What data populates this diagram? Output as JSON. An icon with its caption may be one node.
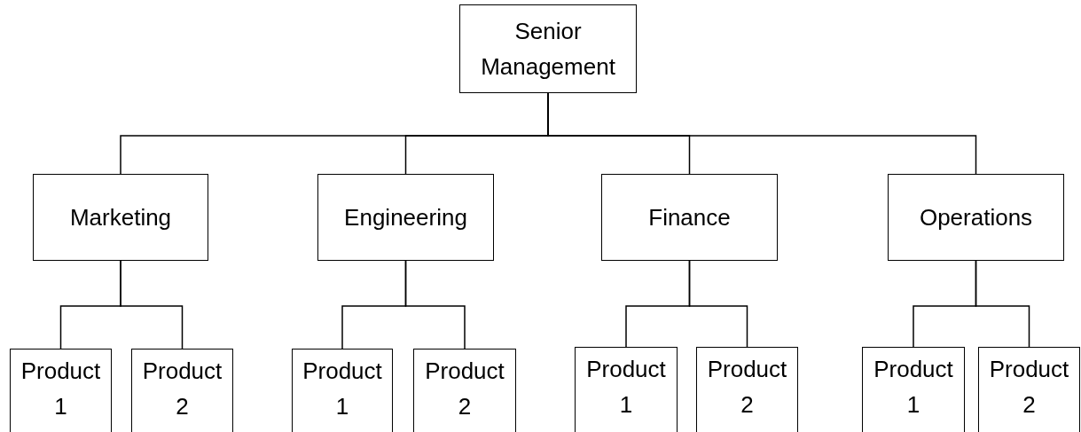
{
  "diagram": {
    "nodes": [
      {
        "text": [
          "Senior Management"
        ]
      },
      {
        "text": [
          "Marketing"
        ]
      },
      {
        "text": [
          "Product 1"
        ]
      },
      {
        "text": [
          "Product 2"
        ]
      },
      {
        "text": [
          "Engineering"
        ]
      },
      {
        "text": [
          "Product 1"
        ]
      },
      {
        "text": [
          "Product 2"
        ]
      },
      {
        "text": [
          "Finance"
        ]
      },
      {
        "text": [
          "Product 1"
        ]
      },
      {
        "text": [
          "Product 2"
        ]
      },
      {
        "text": [
          "Operations"
        ]
      },
      {
        "text": [
          "Product 1"
        ]
      },
      {
        "text": [
          "Product 2"
        ]
      }
    ],
    "edges": [
      {
        "from": 0,
        "to": 1,
        "arrow": "none"
      },
      {
        "from": 0,
        "to": 4,
        "arrow": "none"
      },
      {
        "from": 0,
        "to": 7,
        "arrow": "none"
      },
      {
        "from": 0,
        "to": 10,
        "arrow": "none"
      },
      {
        "from": 1,
        "to": 2,
        "arrow": "none"
      },
      {
        "from": 1,
        "to": 3,
        "arrow": "none"
      },
      {
        "from": 4,
        "to": 5,
        "arrow": "none"
      },
      {
        "from": 4,
        "to": 6,
        "arrow": "none"
      },
      {
        "from": 7,
        "to": 8,
        "arrow": "none"
      },
      {
        "from": 7,
        "to": 9,
        "arrow": "none"
      },
      {
        "from": 10,
        "to": 11,
        "arrow": "none"
      },
      {
        "from": 10,
        "to": 12,
        "arrow": "none"
      }
    ]
  }
}
